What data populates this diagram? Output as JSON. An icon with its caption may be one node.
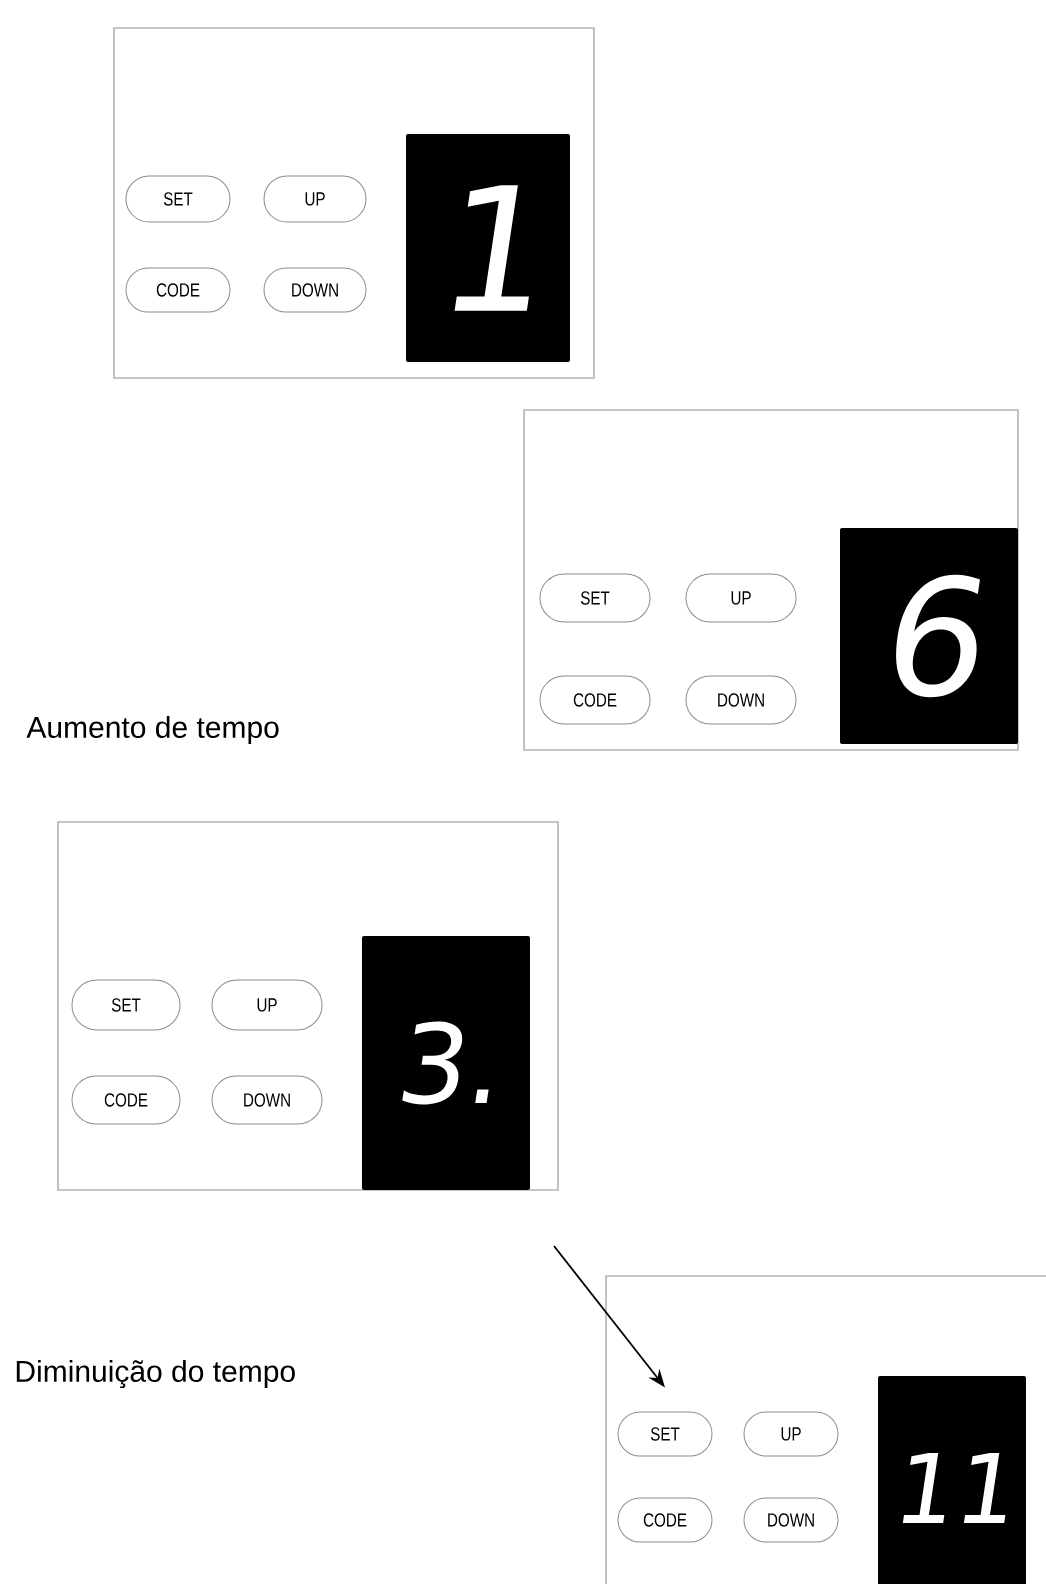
{
  "diagram": {
    "nodes": [
      {
        "text": [],
        "shape": "box"
      },
      {
        "text": [
          "SET"
        ],
        "in": 0
      },
      {
        "text": [
          "UP"
        ],
        "in": 0
      },
      {
        "text": [
          "CODE"
        ],
        "in": 0
      },
      {
        "text": [
          "DOWN"
        ],
        "in": 0
      },
      {
        "text": [
          "1"
        ],
        "in": 0
      },
      {
        "text": [],
        "shape": "box"
      },
      {
        "text": [
          "SET"
        ],
        "in": 6
      },
      {
        "text": [
          "UP"
        ],
        "in": 6
      },
      {
        "text": [
          "CODE"
        ],
        "in": 6
      },
      {
        "text": [
          "DOWN"
        ],
        "in": 6
      },
      {
        "text": [
          "6"
        ],
        "in": 6
      },
      {
        "text": [],
        "shape": "box"
      },
      {
        "text": [
          "SET"
        ],
        "in": 12
      },
      {
        "text": [
          "UP"
        ],
        "in": 12
      },
      {
        "text": [
          "CODE"
        ],
        "in": 12
      },
      {
        "text": [
          "DOWN"
        ],
        "in": 12
      },
      {
        "text": [
          "3."
        ],
        "in": 12
      },
      {
        "text": [],
        "shape": "box"
      },
      {
        "text": [
          "SET"
        ],
        "in": 18
      },
      {
        "text": [
          "UP"
        ],
        "in": 18
      },
      {
        "text": [
          "CODE"
        ],
        "in": 18
      },
      {
        "text": [
          "DOWN"
        ],
        "in": 18
      },
      {
        "text": [
          "11"
        ],
        "in": 18
      }
    ],
    "edges": [
      {
        "from": null,
        "to": 19,
        "arrow": "to"
      }
    ],
    "labels": [
      "Aumento de tempo",
      "Diminuição do tempo"
    ]
  }
}
